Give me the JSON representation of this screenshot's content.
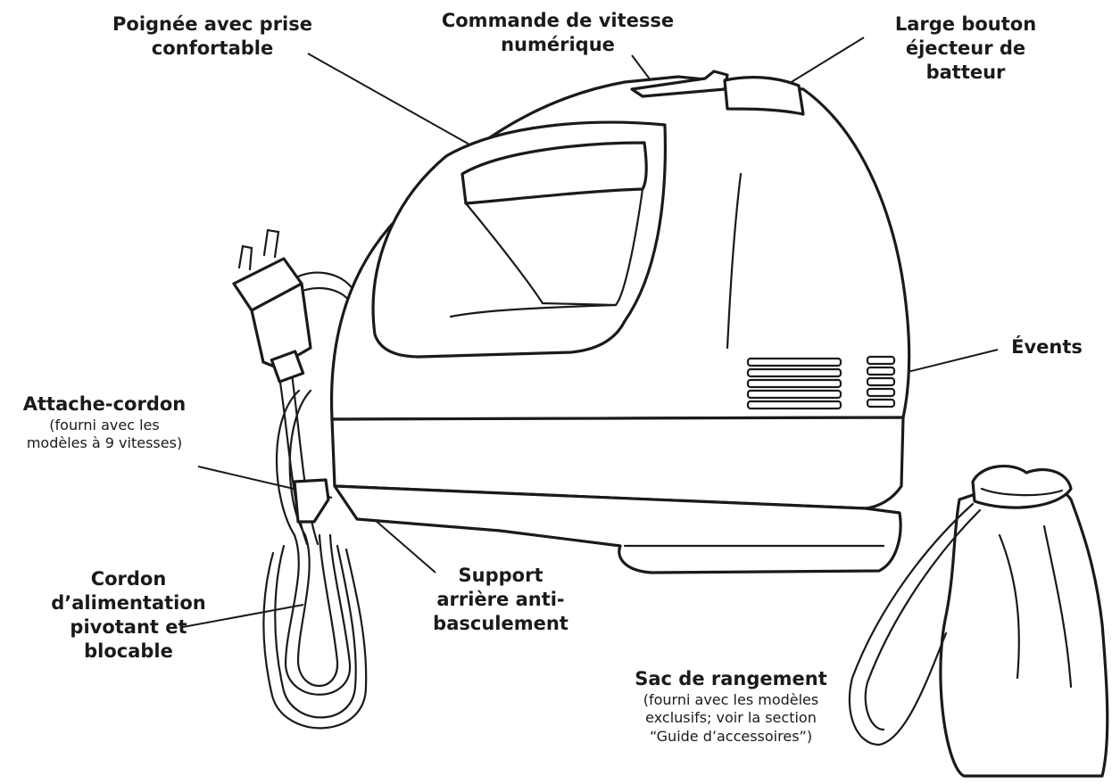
{
  "labels": {
    "handle": {
      "lines": [
        "Poignée avec prise",
        "confortable"
      ]
    },
    "speed": {
      "lines": [
        "Commande de vitesse",
        "numérique"
      ]
    },
    "ejector": {
      "lines": [
        "Large bouton",
        "éjecteur de",
        "batteur"
      ]
    },
    "vents": {
      "lines": [
        "Évents"
      ]
    },
    "cordclip": {
      "title": "Attache-cordon",
      "note": [
        "(fourni avec les",
        "modèles à 9 vitesses)"
      ]
    },
    "cord": {
      "lines": [
        "Cordon",
        "d’alimentation",
        "pivotant et",
        "blocable"
      ]
    },
    "support": {
      "lines": [
        "Support",
        "arrière anti-",
        "basculement"
      ]
    },
    "bag": {
      "title": "Sac de rangement",
      "note": [
        "(fourni avec les modèles",
        "exclusifs; voir la section",
        "“Guide d’accessoires”)"
      ]
    }
  }
}
